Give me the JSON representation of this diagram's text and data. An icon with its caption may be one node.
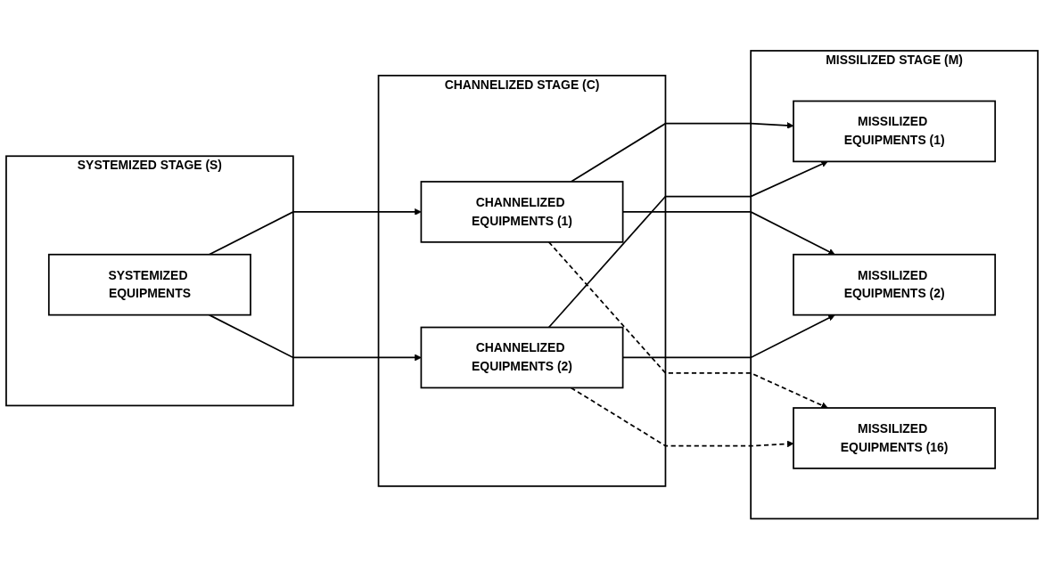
{
  "diagram": {
    "nodes": [
      {
        "text": [
          "SYSTEMIZED STAGE (S)"
        ]
      },
      {
        "text": [
          "SYSTEMIZED EQUIPMENTS"
        ],
        "in": 0
      },
      {
        "text": [
          "CHANNELIZED STAGE (C)"
        ]
      },
      {
        "text": [
          "CHANNELIZED EQUIPMENTS (1)"
        ],
        "in": 2
      },
      {
        "text": [
          "CHANNELIZED EQUIPMENTS (2)"
        ],
        "in": 2
      },
      {
        "text": [
          "MISSILIZED STAGE (M)"
        ]
      },
      {
        "text": [
          "MISSILIZED EQUIPMENTS (1)"
        ],
        "in": 5
      },
      {
        "text": [
          "MISSILIZED EQUIPMENTS (2)"
        ],
        "in": 5
      },
      {
        "text": [
          "MISSILIZED EQUIPMENTS (16)"
        ],
        "in": 5
      }
    ],
    "edges": [
      {
        "from": 1,
        "to": 3,
        "arrow": "to"
      },
      {
        "from": 1,
        "to": 4,
        "arrow": "to"
      },
      {
        "from": 3,
        "to": 6,
        "arrow": "to"
      },
      {
        "from": 3,
        "to": 7,
        "arrow": "to"
      },
      {
        "from": 3,
        "to": 8,
        "arrow": "to",
        "style": "dashed"
      },
      {
        "from": 4,
        "to": 6,
        "arrow": "to"
      },
      {
        "from": 4,
        "to": 7,
        "arrow": "to"
      },
      {
        "from": 4,
        "to": 8,
        "arrow": "to",
        "style": "dashed"
      }
    ]
  }
}
